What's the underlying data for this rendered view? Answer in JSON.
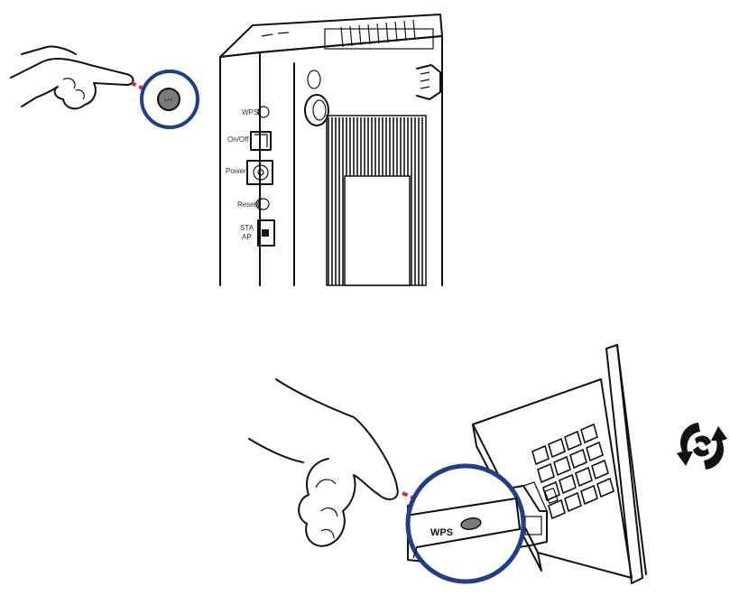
{
  "router": {
    "button_labels": {
      "wps": "WPS",
      "onoff": "On/Off",
      "power": "Power",
      "reset": "Reset",
      "sta": "STA",
      "ap": "AP"
    },
    "callout_button_text": "WPS"
  },
  "adapter": {
    "callout_button_text": "WPS"
  },
  "colors": {
    "callout_ring": "#1f3f8a",
    "dotted_line": "#e0253a",
    "button_fill": "#7a7a7a",
    "ink": "#111111"
  },
  "icons": [
    "hand-pointing-icon",
    "wps-logo-icon"
  ]
}
